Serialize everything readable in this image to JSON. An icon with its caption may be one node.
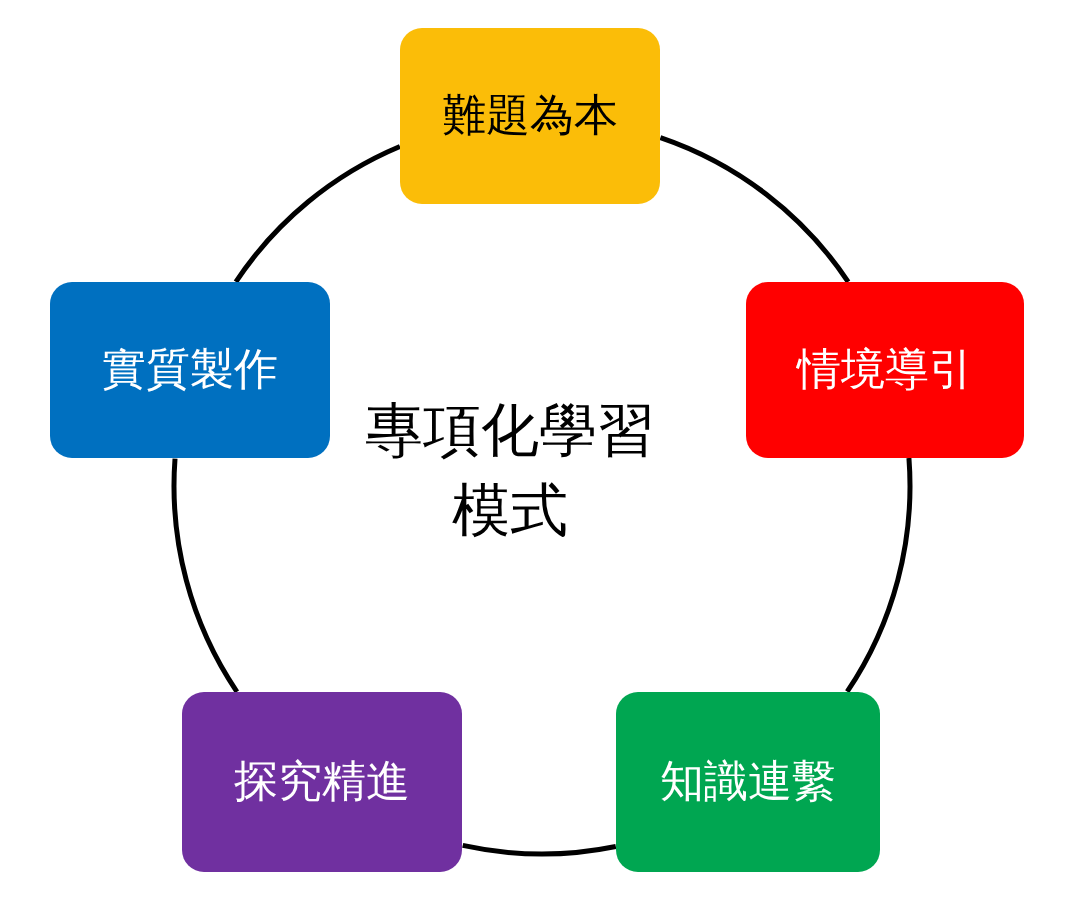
{
  "diagram": {
    "nodes": [
      {
        "text": [
          "難題為本"
        ]
      },
      {
        "text": [
          "情境導引"
        ]
      },
      {
        "text": [
          "知識連繫"
        ]
      },
      {
        "text": [
          "探究精進"
        ]
      },
      {
        "text": [
          "實質製作"
        ]
      }
    ],
    "edges": [
      {
        "from": 0,
        "to": 1,
        "arrow": "none"
      },
      {
        "from": 1,
        "to": 2,
        "arrow": "none"
      },
      {
        "from": 2,
        "to": 3,
        "arrow": "none"
      },
      {
        "from": 3,
        "to": 4,
        "arrow": "none"
      },
      {
        "from": 4,
        "to": 0,
        "arrow": "none"
      }
    ],
    "labels": [
      "專項化學習模式"
    ]
  }
}
